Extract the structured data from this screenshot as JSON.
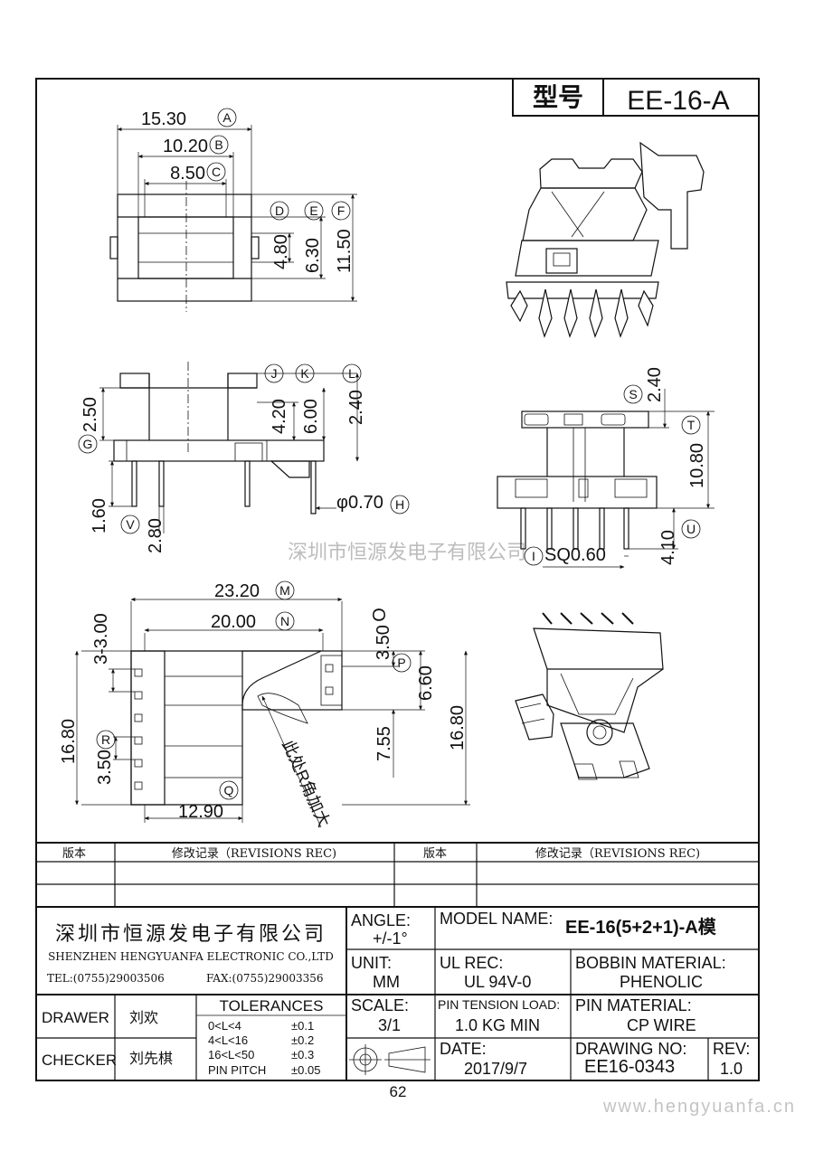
{
  "model": {
    "label": "型号",
    "value": "EE-16-A"
  },
  "watermark": "深圳市恒源发电子有限公司",
  "dims_top": [
    {
      "id": "A",
      "value": "15.30"
    },
    {
      "id": "B",
      "value": "10.20"
    },
    {
      "id": "C",
      "value": "8.50"
    },
    {
      "id": "D",
      "value": "4.80"
    },
    {
      "id": "E",
      "value": "6.30"
    },
    {
      "id": "F",
      "value": "11.50"
    }
  ],
  "dims_side": [
    {
      "id": "G",
      "value": "2.50"
    },
    {
      "id": "H",
      "value": "φ0.70"
    },
    {
      "id": "J",
      "value": "4.20"
    },
    {
      "id": "K",
      "value": "6.00"
    },
    {
      "id": "L",
      "value": "2.40"
    },
    {
      "id": "V",
      "value": "1.60"
    },
    {
      "id": "W",
      "value": "2.80"
    }
  ],
  "dims_front": [
    {
      "id": "S",
      "value": "2.40"
    },
    {
      "id": "T",
      "value": "10.80"
    },
    {
      "id": "U",
      "value": "4.10"
    },
    {
      "id": "I",
      "value": "SQ0.60"
    }
  ],
  "dims_bottom": [
    {
      "id": "M",
      "value": "23.20"
    },
    {
      "id": "N",
      "value": "20.00"
    },
    {
      "id": "O",
      "value": "3.50"
    },
    {
      "id": "P",
      "value": "6.60"
    },
    {
      "id": "Q",
      "value": "12.90"
    },
    {
      "id": "R",
      "value": "3.50"
    },
    {
      "id": "",
      "value": "3-3.00"
    },
    {
      "id": "",
      "value": "16.80"
    },
    {
      "id": "",
      "value": "7.55"
    },
    {
      "id": "",
      "value": "16.80"
    }
  ],
  "note": "此处R角加大",
  "revisions": {
    "col1": "版本",
    "col2": "修改记录（REVISIONS REC)",
    "col3": "版本",
    "col4": "修改记录（REVISIONS REC)"
  },
  "company": {
    "name_cn": "深圳市恒源发电子有限公司",
    "name_en": "SHENZHEN HENGYUANFA ELECTRONIC CO.,LTD",
    "tel": "TEL:(0755)29003506",
    "fax": "FAX:(0755)29003356"
  },
  "title_block": {
    "angle_label": "ANGLE:",
    "angle_value": "+/-1°",
    "model_name_label": "MODEL NAME:",
    "model_name_value": "EE-16(5+2+1)-A模",
    "unit_label": "UNIT:",
    "unit_value": "MM",
    "ul_label": "UL REC:",
    "ul_value": "UL 94V-0",
    "bobbin_label": "BOBBIN MATERIAL:",
    "bobbin_value": "PHENOLIC",
    "drawer_label": "DRAWER",
    "drawer_value": "刘欢",
    "checker_label": "CHECKER",
    "checker_value": "刘先棋",
    "tolerances_label": "TOLERANCES",
    "tolerances": [
      {
        "range": "0<L<4",
        "tol": "±0.1"
      },
      {
        "range": "4<L<16",
        "tol": "±0.2"
      },
      {
        "range": "16<L<50",
        "tol": "±0.3"
      },
      {
        "range": "PIN PITCH",
        "tol": "±0.05"
      }
    ],
    "scale_label": "SCALE:",
    "scale_value": "3/1",
    "pin_tension_label": "PIN TENSION LOAD:",
    "pin_tension_value": "1.0 KG MIN",
    "pin_material_label": "PIN MATERIAL:",
    "pin_material_value": "CP WIRE",
    "date_label": "DATE:",
    "date_value": "2017/9/7",
    "drawing_no_label": "DRAWING NO:",
    "drawing_no_value": "EE16-0343",
    "rev_label": "REV:",
    "rev_value": "1.0"
  },
  "page_number": "62",
  "website": "www.hengyuanfa.cn"
}
